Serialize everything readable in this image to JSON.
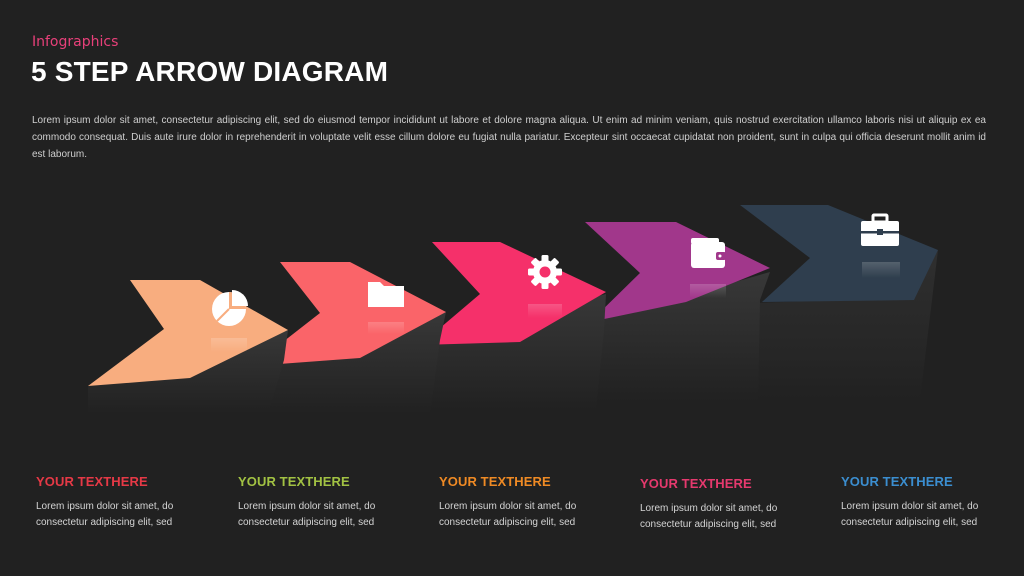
{
  "header": {
    "eyebrow": "Infographics",
    "title": "5 STEP ARROW DIAGRAM",
    "intro": "Lorem ipsum dolor sit amet, consectetur adipiscing elit, sed do eiusmod tempor incididunt ut labore et dolore magna aliqua. Ut enim ad minim veniam, quis nostrud exercitation ullamco laboris nisi ut aliquip ex ea commodo consequat. Duis aute irure dolor in reprehenderit in voluptate velit esse cillum dolore eu fugiat nulla pariatur. Excepteur sint occaecat cupidatat non proident, sunt in culpa qui officia deserunt mollit anim id est laborum."
  },
  "colors": {
    "background": "#212121",
    "eyebrow": "#e8407a",
    "title": "#ffffff"
  },
  "steps": [
    {
      "heading": "YOUR TEXTHERE",
      "heading_color": "#e63946",
      "text": "Lorem ipsum dolor  sit amet, do consectetur adipiscing elit, sed",
      "arrow_color": "#f8ad7f",
      "icon": "pie-chart-icon"
    },
    {
      "heading": "YOUR TEXTHERE",
      "heading_color": "#a2c243",
      "text": "Lorem ipsum dolor  sit amet, do consectetur adipiscing elit, sed",
      "arrow_color": "#fa6469",
      "icon": "folder-icon"
    },
    {
      "heading": "YOUR TEXTHERE",
      "heading_color": "#ef8a24",
      "text": "Lorem ipsum dolor  sit amet, do consectetur adipiscing elit, sed",
      "arrow_color": "#f5306a",
      "icon": "gear-icon"
    },
    {
      "heading": "YOUR TEXTHERE",
      "heading_color": "#e6396e",
      "text": "Lorem ipsum dolor  sit amet, do consectetur adipiscing elit, sed",
      "arrow_color": "#a1378b",
      "icon": "wallet-icon"
    },
    {
      "heading": "YOUR TEXTHERE",
      "heading_color": "#3b8ed0",
      "text": "Lorem ipsum dolor  sit amet, do consectetur adipiscing elit, sed",
      "arrow_color": "#2f3e4e",
      "icon": "briefcase-icon"
    }
  ]
}
